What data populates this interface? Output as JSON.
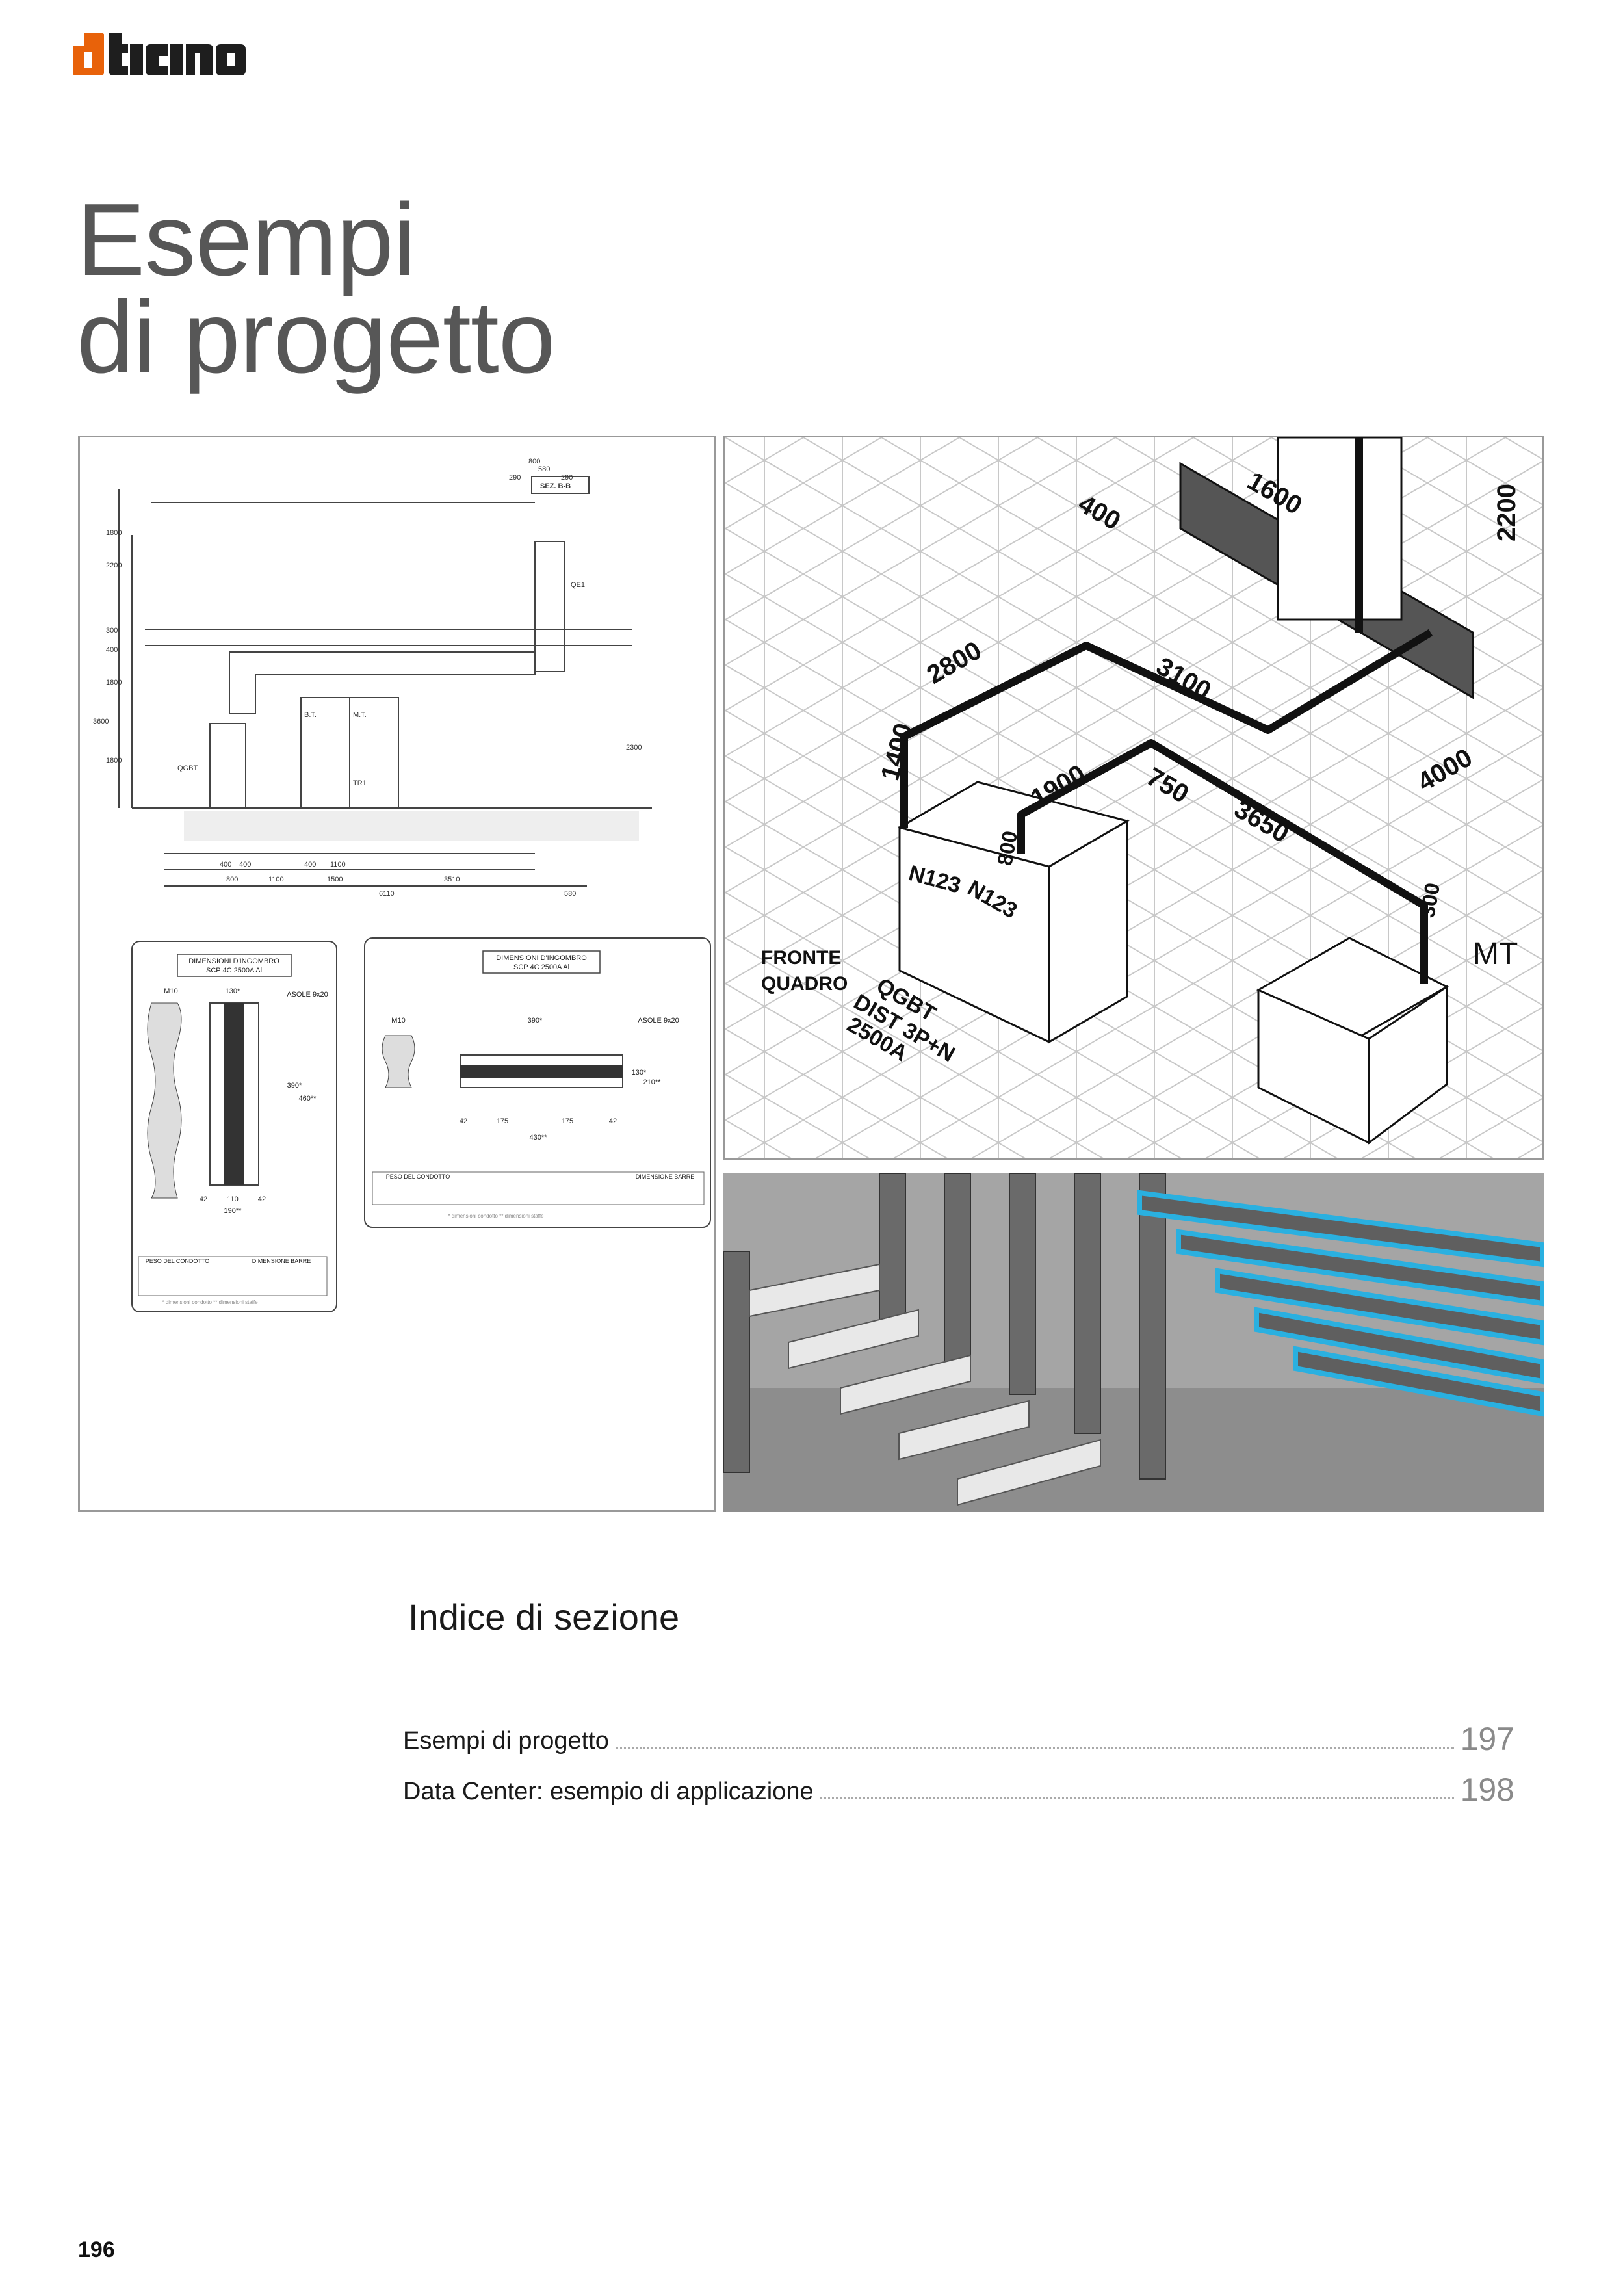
{
  "brand": {
    "logo_text": "bticino",
    "accent": "#E8620A"
  },
  "header": {
    "title_line1": "Esempi",
    "title_line2": "di progetto"
  },
  "figures": {
    "technical_drawing": {
      "section_label": "SEZ. B-B",
      "labels": [
        "QGBT",
        "B.T.",
        "M.T.",
        "TR1",
        "QE1"
      ],
      "dims_bottom": [
        "400",
        "400",
        "400",
        "1100",
        "800",
        "1100",
        "1500",
        "3510",
        "6110",
        "580"
      ],
      "dims_top": [
        "800",
        "580",
        "290",
        "290"
      ],
      "dims_left": [
        "1800",
        "2200",
        "300",
        "400",
        "1800",
        "3600",
        "1800",
        "2300"
      ],
      "card1": {
        "title": "DIMENSIONI D'INGOMBRO",
        "subtitle": "SCP 4C 2500A Al",
        "m": "M10",
        "asole": "ASOLE 9x20",
        "w": "130*",
        "h1": "390*",
        "h2": "460**",
        "b1": "42",
        "b2": "110",
        "b3": "42",
        "b4": "190**",
        "t1": "PESO DEL CONDOTTO",
        "t2": "DIMENSIONE BARRE",
        "note": "* dimensioni condotto  ** dimensioni staffe"
      },
      "card2": {
        "title": "DIMENSIONI D'INGOMBRO",
        "subtitle": "SCP 4C 2500A Al",
        "m": "M10",
        "asole": "ASOLE 9x20",
        "w": "390*",
        "b1": "42",
        "b2": "175",
        "b3": "175",
        "b4": "42",
        "b5": "430**",
        "h1": "130*",
        "h2": "210**",
        "t1": "PESO DEL CONDOTTO",
        "t2": "DIMENSIONE BARRE",
        "note": "* dimensioni condotto  ** dimensioni staffe"
      }
    },
    "sketch": {
      "dims": [
        "1600",
        "2200",
        "400",
        "2800",
        "3100",
        "1400",
        "1900",
        "750",
        "3650",
        "4000",
        "800",
        "300"
      ],
      "labels": {
        "n1": "N123",
        "n2": "N123",
        "fronte1": "FRONTE",
        "fronte2": "QUADRO",
        "qgbt1": "QGBT",
        "qgbt2": "DIST 3P+N",
        "qgbt3": "2500A",
        "mt": "MT"
      }
    }
  },
  "index": {
    "title": "Indice di sezione",
    "entries": [
      {
        "label": "Esempi di progetto",
        "page": "197"
      },
      {
        "label": "Data Center: esempio di applicazione",
        "page": "198"
      }
    ]
  },
  "footer": {
    "page_number": "196"
  }
}
